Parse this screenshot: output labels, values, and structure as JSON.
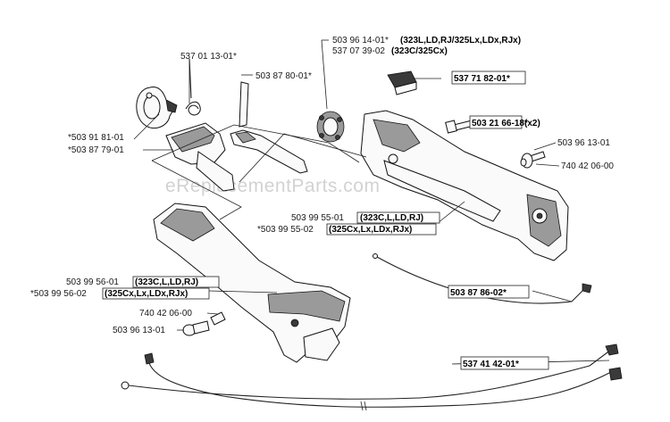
{
  "watermark": "eReplacementParts.com",
  "labels": {
    "p5370113": "537 01 13-01*",
    "p5038780": "503 87 80-01*",
    "p5039614a": "503 96 14-01*",
    "p5039614a_models": "(323L,LD,RJ/325Lx,LDx,RJx)",
    "p5370739": "537 07 39-02",
    "p5370739_models": "(323C/325Cx)",
    "p5377182": "537 71 82-01*",
    "p5032166": "503 21 66-18*",
    "p5032166_qty": "(x2)",
    "p5039613a": "503 96 13-01",
    "p7404206a": "740 42 06-00",
    "p5039181": "*503 91 81-01",
    "p5038779": "*503 87 79-01",
    "p5039955a": "503 99 55-01",
    "p5039955a_models": "(323C,L,LD,RJ)",
    "p5039955b": "*503 99 55-02",
    "p5039955b_models": "(325Cx,Lx,LDx,RJx)",
    "p5039956a": "503 99 56-01",
    "p5039956a_models": "(323C,L,LD,RJ)",
    "p5039956b": "*503 99 56-02",
    "p5039956b_models": "(325Cx,Lx,LDx,RJx)",
    "p7404206b": "740 42 06-00",
    "p5039613b": "503 96 13-01",
    "p5038786": "503 87 86-02*",
    "p5374142": "537 41 42-01*"
  }
}
